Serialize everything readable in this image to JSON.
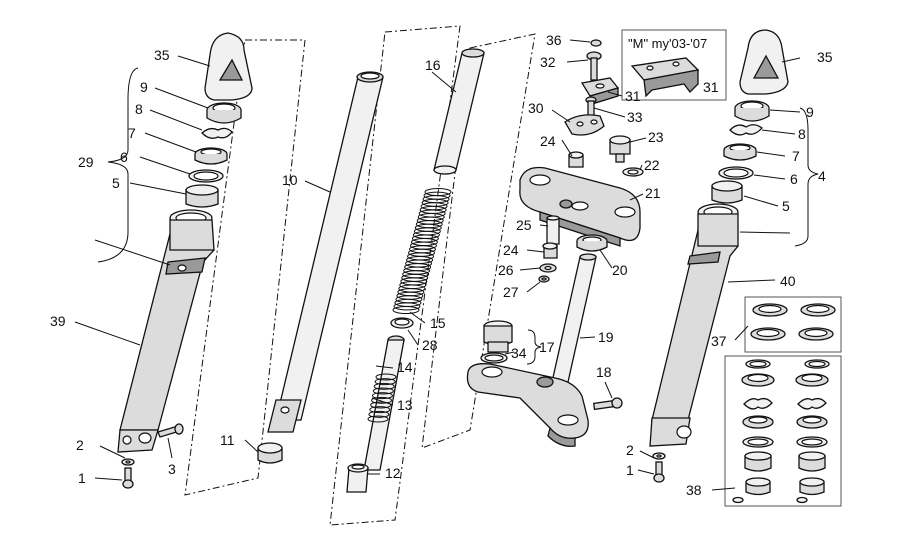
{
  "inset_title": "\"M\" my'03-'07",
  "labels": {
    "l1a": "1",
    "l2a": "2",
    "l3": "3",
    "l4": "4",
    "l5a": "5",
    "l6a": "6",
    "l7a": "7",
    "l8a": "8",
    "l9a": "9",
    "l10": "10",
    "l11": "11",
    "l12": "12",
    "l13": "13",
    "l14": "14",
    "l15": "15",
    "l16": "16",
    "l17": "17",
    "l18": "18",
    "l19": "19",
    "l20": "20",
    "l21": "21",
    "l22": "22",
    "l23": "23",
    "l24a": "24",
    "l24b": "24",
    "l25": "25",
    "l26": "26",
    "l27": "27",
    "l28": "28",
    "l29": "29",
    "l30": "30",
    "l31a": "31",
    "l31b": "31",
    "l32": "32",
    "l33": "33",
    "l34": "34",
    "l35a": "35",
    "l35b": "35",
    "l36": "36",
    "l37": "37",
    "l38": "38",
    "l39": "39",
    "l40": "40",
    "l1b": "1",
    "l2b": "2",
    "l5b": "5",
    "l6b": "6",
    "l7b": "7",
    "l8b": "8",
    "l9b": "9"
  }
}
